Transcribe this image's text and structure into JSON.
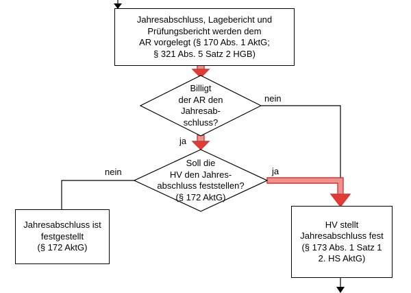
{
  "diagram": {
    "nodes": {
      "vorlage": "Jahresabschluss, Lagebericht und\nPrüfungsbericht werden dem\nAR vorgelegt (§ 170 Abs. 1 AktG;\n§ 321 Abs. 5 Satz 2 HGB)",
      "decision_ar": "Billigt\nder AR den\nJahresab-\nschluss?",
      "decision_hv": "Soll die\nHV den Jahres-\nabschluss feststellen?\n(§ 172 AktG)",
      "festgestellt": "Jahresabschluss ist\nfestgestellt\n(§ 172 AktG)",
      "hv_stellt_fest": "HV stellt\nJahresabschluss fest\n(§ 173 Abs. 1 Satz 1\n2. HS AktG)"
    },
    "edge_labels": {
      "ar_nein": "nein",
      "ar_ja": "ja",
      "hv_nein": "nein",
      "hv_ja": "ja"
    },
    "colors": {
      "highlight_fill": "#f0918d",
      "highlight_stroke": "#c93a35",
      "arrowhead_fill": "#e23b36",
      "line": "#000000",
      "node_fill": "#ffffff"
    }
  }
}
